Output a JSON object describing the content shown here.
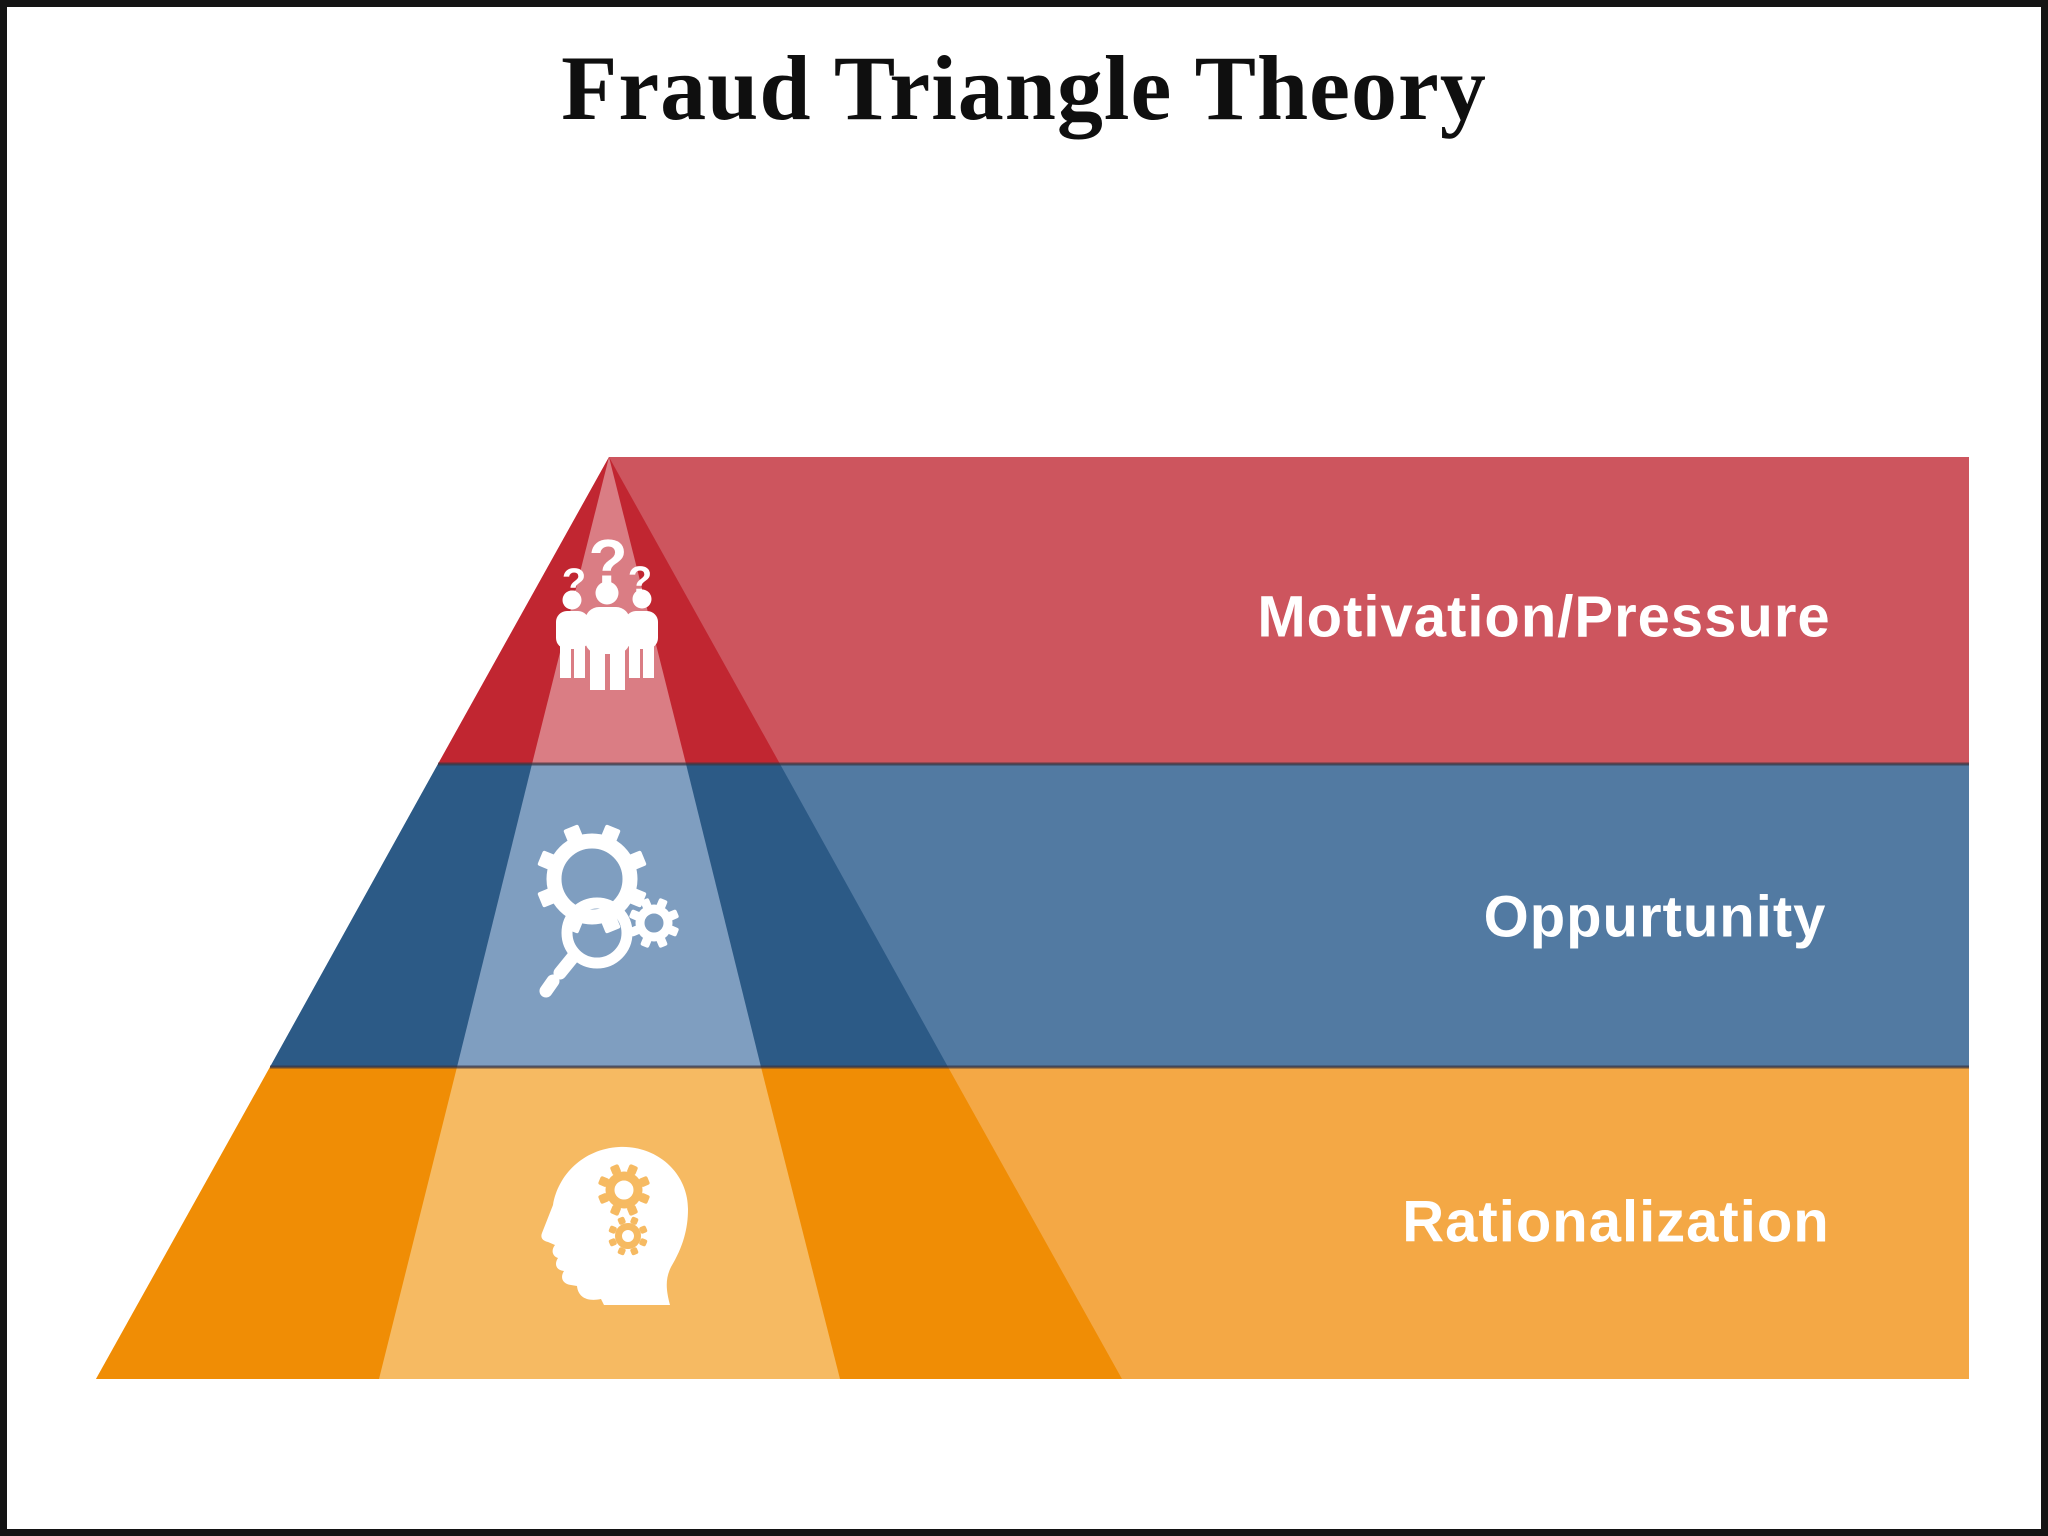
{
  "title": "Fraud Triangle Theory",
  "levels": [
    {
      "id": "motivation",
      "label": "Motivation/Pressure",
      "icon": "people-with-question-marks-icon",
      "colors": {
        "band": "#cd555e",
        "pyramid": "#c12631",
        "beam": "#da7d84"
      }
    },
    {
      "id": "opportunity",
      "label": "Oppurtunity",
      "icon": "gears-with-magnifier-icon",
      "colors": {
        "band": "#527aa2",
        "pyramid": "#2c5a86",
        "beam": "#7f9ec0"
      }
    },
    {
      "id": "rationalization",
      "label": "Rationalization",
      "icon": "head-with-gears-icon",
      "colors": {
        "band": "#f4a845",
        "pyramid": "#f08d05",
        "beam": "#f6ba62"
      }
    }
  ],
  "canvas": {
    "background": "#ffffff",
    "border_color": "#141414",
    "label_text_color": "#ffffff",
    "title_color": "#0f0f0f"
  }
}
